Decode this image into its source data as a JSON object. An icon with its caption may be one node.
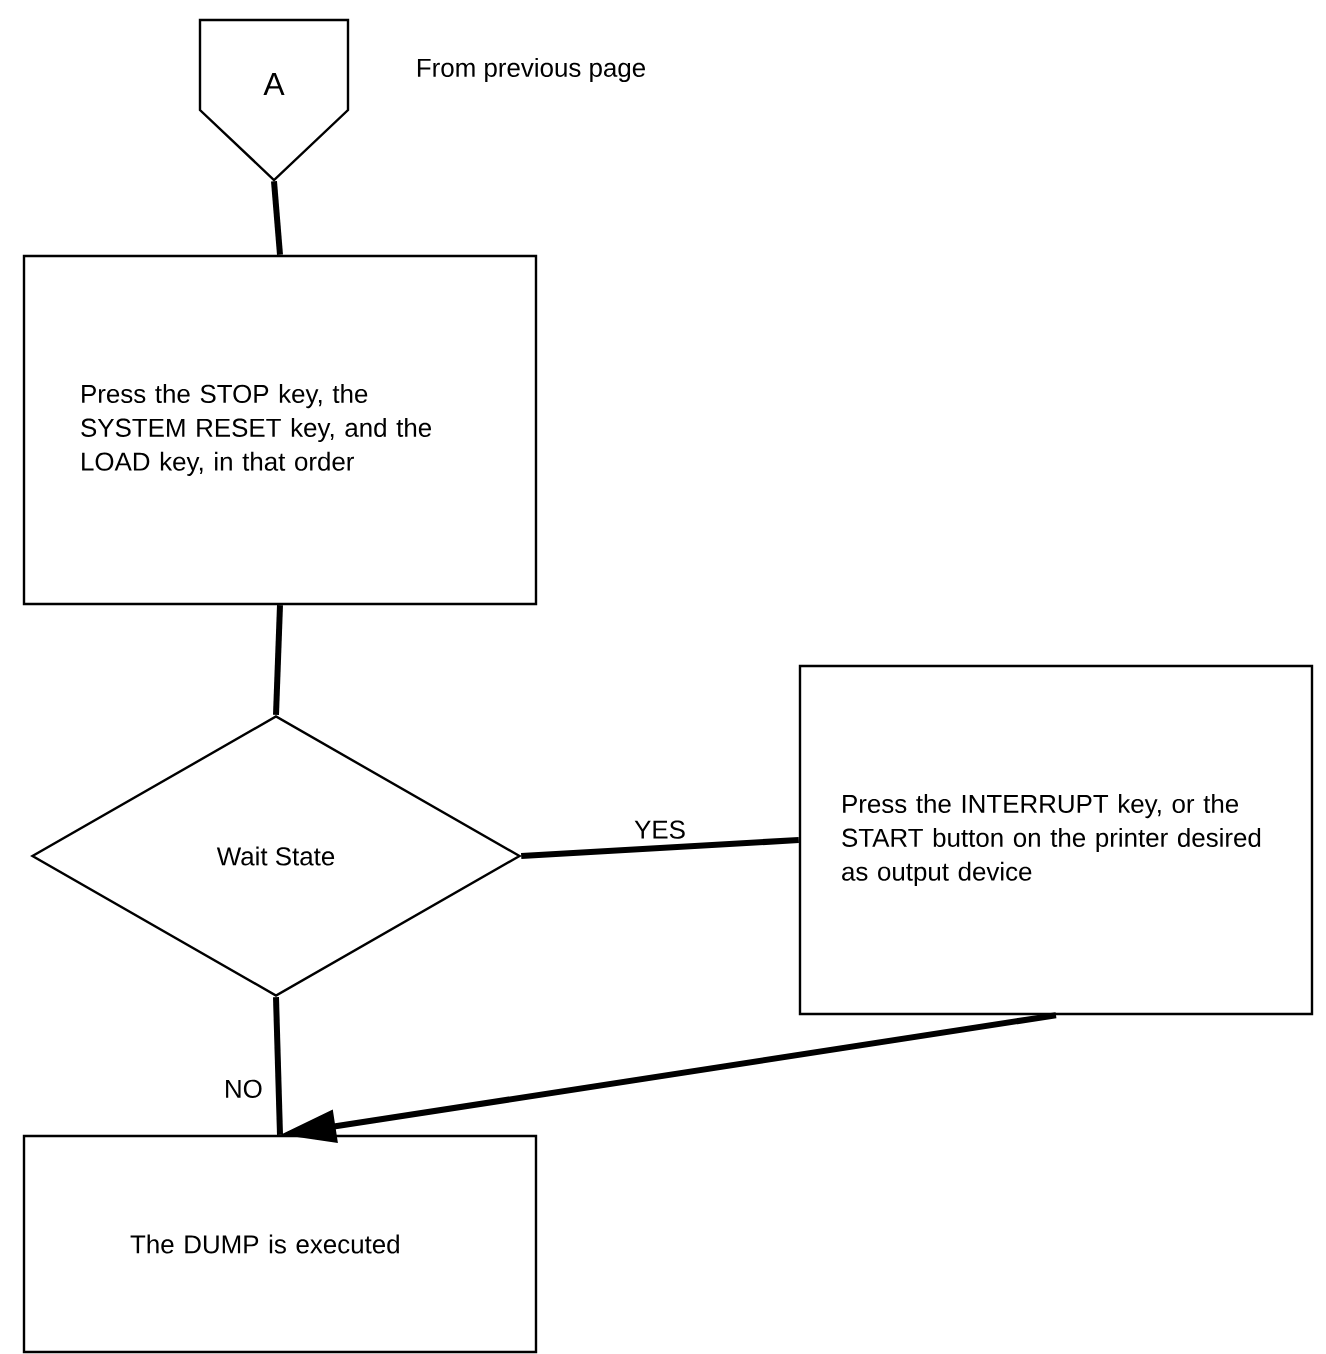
{
  "diagram": {
    "nodes": [
      {
        "text": [
          "A"
        ],
        "beside": [
          "From previous page"
        ]
      },
      {
        "text": [
          "Press the STOP key, the SYSTEM RESET key, and the LOAD key, in that order"
        ]
      },
      {
        "text": [
          "Wait State"
        ]
      },
      {
        "text": [
          "Press the INTERRUPT key, or the START button on the printer desired as output device"
        ]
      },
      {
        "text": [
          "The DUMP is executed"
        ]
      }
    ],
    "edges": [
      {
        "from": 0,
        "to": 1,
        "arrow": "none"
      },
      {
        "from": 1,
        "to": 2,
        "arrow": "none"
      },
      {
        "from": 2,
        "to": 3,
        "arrow": "none",
        "label": "YES"
      },
      {
        "from": 2,
        "to": 4,
        "arrow": "none",
        "label": "NO"
      },
      {
        "from": 3,
        "to": 4,
        "arrow": "to"
      }
    ]
  }
}
